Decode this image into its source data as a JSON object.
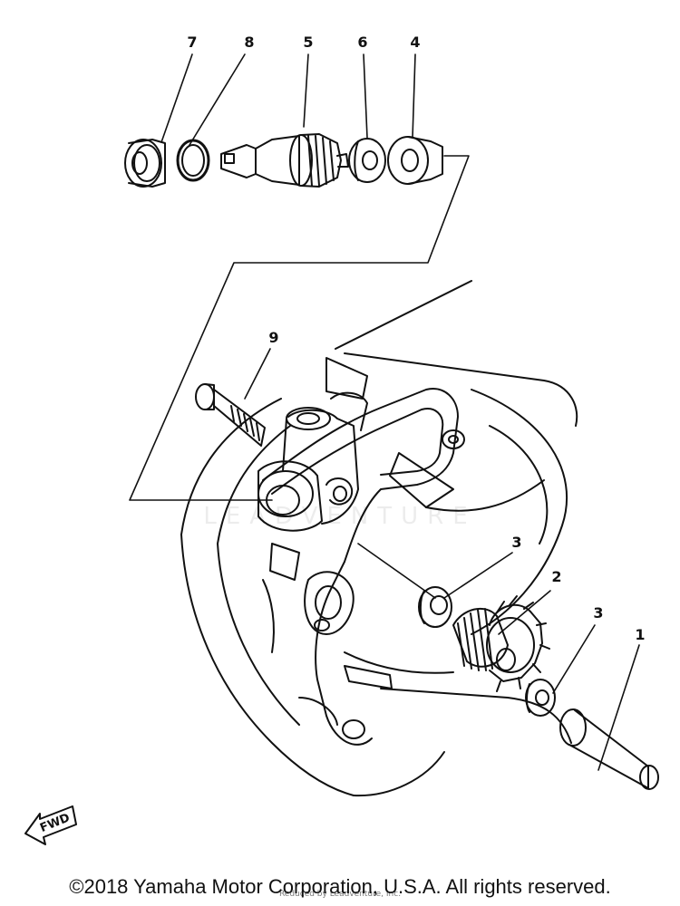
{
  "diagram": {
    "callouts": [
      "7",
      "8",
      "5",
      "6",
      "4",
      "9",
      "3",
      "2",
      "3",
      "1"
    ],
    "fwd_label": "FWD",
    "watermark_text": "LEADVENTURE"
  },
  "footer": {
    "copyright": "©2018 Yamaha Motor Corporation, U.S.A. All rights reserved.",
    "reduced_by": "Reduced by Leadventure, Inc."
  },
  "colors": {
    "ink": "#111111",
    "background": "#ffffff"
  }
}
